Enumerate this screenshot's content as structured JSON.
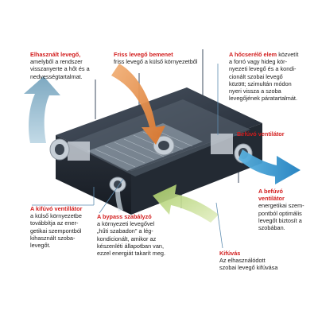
{
  "colors": {
    "title_red": "#d21d1d",
    "stale_air": "#8fb9cf",
    "fresh_air": "#e3893e",
    "supply_air": "#2d93cf",
    "bypass_air": "#b9d97a",
    "unit_body": "#2f3946"
  },
  "annotations": {
    "exhaust_used_air": {
      "title": "Elhasznált levegő,",
      "lines": [
        "amelyből a rendszer",
        "visszanyerte a hőt és a",
        "nedvességtartalmat."
      ]
    },
    "fresh_air_inlet": {
      "title": "Friss levegő bemenet",
      "lines": [
        "friss levegő a külső környezetből"
      ]
    },
    "heat_exchanger": {
      "title": "A hőcserélő elem",
      "title_suffix": " közvetít",
      "lines": [
        "a forró vagy hideg kör-",
        "nyezeti levegő és a kondi-",
        "cionált szobai levegő",
        "között; szimultán módon",
        "nyeri vissza a szoba",
        "levegőjének páratartalmát."
      ]
    },
    "supply_fan_short": {
      "title": "Befúvó ventilátor",
      "lines": []
    },
    "supply_fan": {
      "title": "A befúvó",
      "lines": [
        "ventilátor",
        "energetikai szem-",
        "pontból optimális",
        "levegőt biztosít a",
        "szobában."
      ]
    },
    "exhaust_fan": {
      "title": "A kifúvó ventillátor",
      "lines": [
        "a külső környezetbe",
        "továbbítja az ener-",
        "getikai szempontból",
        "kihasznált szoba-",
        "levegőt."
      ]
    },
    "bypass_flap": {
      "title": "A bypass szabályzó",
      "lines": [
        "a környezeti levegővel",
        "„hűti szabadon\" a lég-",
        "kondicionált, amikor az",
        "készenléti állapotban van,",
        "ezzel energiát takarít meg."
      ]
    },
    "exhaust_outlet": {
      "title": "Kifúvás",
      "lines": [
        "Az elhasználódott",
        "szobai levegő kifúvása"
      ]
    }
  }
}
